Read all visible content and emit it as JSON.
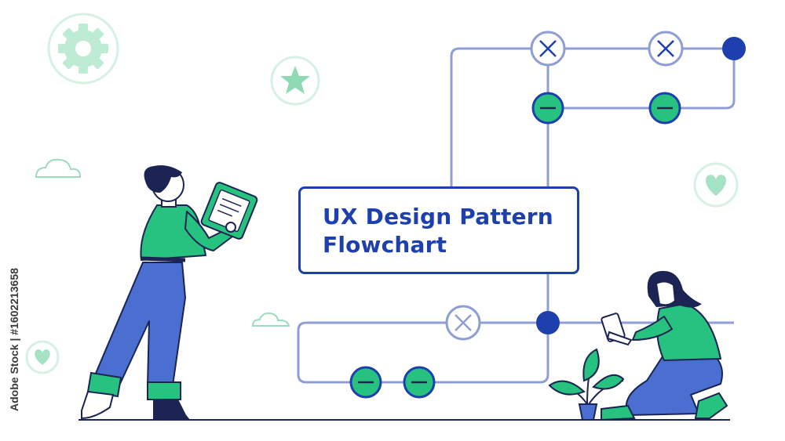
{
  "title": {
    "line1": "UX Design Pattern",
    "line2": "Flowchart"
  },
  "watermark": {
    "text": "Adobe Stock | #1602213658"
  },
  "colors": {
    "primary_blue": "#1e3fae",
    "line_blue": "#8f9fd6",
    "accent_green": "#27c27f",
    "pale_green": "#bdebd3",
    "pants_blue": "#4a6fd0",
    "dark_navy": "#1b2452"
  },
  "icons": [
    "gear-icon",
    "star-icon",
    "heart-icon",
    "cloud-icon",
    "close-node-icon",
    "minus-node-icon",
    "plant-icon",
    "clipboard-icon",
    "phone-icon"
  ]
}
